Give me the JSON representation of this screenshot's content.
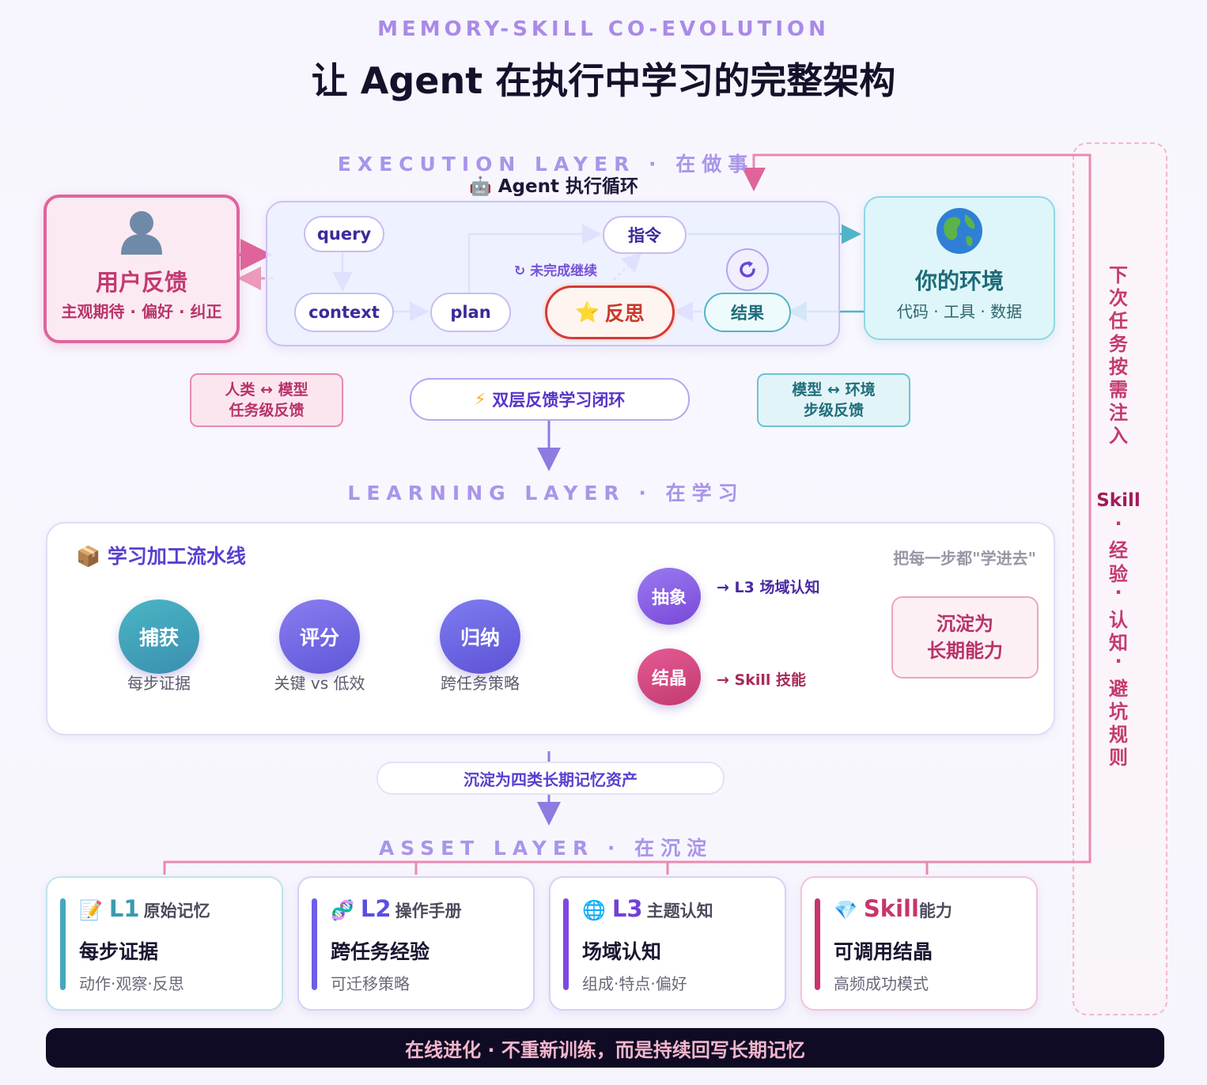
{
  "header": {
    "kicker": "MEMORY-SKILL CO-EVOLUTION",
    "title": "让 Agent 在执行中学习的完整架构"
  },
  "execution_layer": {
    "label": "EXECUTION LAYER · 在做事",
    "loop_title": "Agent 执行循环",
    "user": {
      "title": "用户反馈",
      "subtitle": "主观期待 · 偏好 · 纠正"
    },
    "environment": {
      "title": "你的环境",
      "subtitle": "代码 · 工具 · 数据"
    },
    "nodes": {
      "query": "query",
      "context": "context",
      "plan": "plan",
      "instruction": "指令",
      "reflect": "反思",
      "result": "结果"
    },
    "continue_note": "未完成继续"
  },
  "feedback": {
    "human_model_line1": "人类 ↔ 模型",
    "human_model_line2": "任务级反馈",
    "model_env_line1": "模型 ↔ 环境",
    "model_env_line2": "步级反馈",
    "loop": "双层反馈学习闭环"
  },
  "learning_layer": {
    "label": "LEARNING LAYER · 在学习",
    "pipeline_title": "学习加工流水线",
    "pipeline_note": "把每一步都\"学进去\"",
    "stages": [
      {
        "name": "捕获",
        "desc": "每步证据"
      },
      {
        "name": "评分",
        "desc": "关键 vs 低效"
      },
      {
        "name": "归纳",
        "desc": "跨任务策略"
      }
    ],
    "branches": [
      {
        "name": "抽象",
        "output": "→ L3 场域认知"
      },
      {
        "name": "结晶",
        "output": "→ Skill 技能"
      }
    ],
    "settle_line1": "沉淀为",
    "settle_line2": "长期能力"
  },
  "settle_pill": "沉淀为四类长期记忆资产",
  "asset_layer": {
    "label": "ASSET LAYER · 在沉淀",
    "cards": [
      {
        "level": "L1",
        "name": "原始记忆",
        "main": "每步证据",
        "sub": "动作·观察·反思",
        "color": "#44a8bd"
      },
      {
        "level": "L2",
        "name": "操作手册",
        "main": "跨任务经验",
        "sub": "可迁移策略",
        "color": "#6d5ee8"
      },
      {
        "level": "L3",
        "name": "主题认知",
        "main": "场域认知",
        "sub": "组成·特点·偏好",
        "color": "#7e48e0"
      },
      {
        "level": "Skill",
        "name": "能力",
        "main": "可调用结晶",
        "sub": "高频成功模式",
        "color": "#c8346c"
      }
    ]
  },
  "right_rail": {
    "chars_top": [
      "下",
      "次",
      "任",
      "务",
      "按",
      "需",
      "注",
      "入"
    ],
    "skill": "Skill",
    "chars_bottom": [
      "·",
      "经",
      "验",
      "·",
      "认",
      "知",
      "·",
      "避",
      "坑",
      "规",
      "则"
    ]
  },
  "footer": "在线进化 · 不重新训练，而是持续回写长期记忆",
  "colors": {
    "accent": "#a98ae8",
    "pink": "#e0649c",
    "teal": "#4fb6c6",
    "dark": "#0f0b24"
  }
}
